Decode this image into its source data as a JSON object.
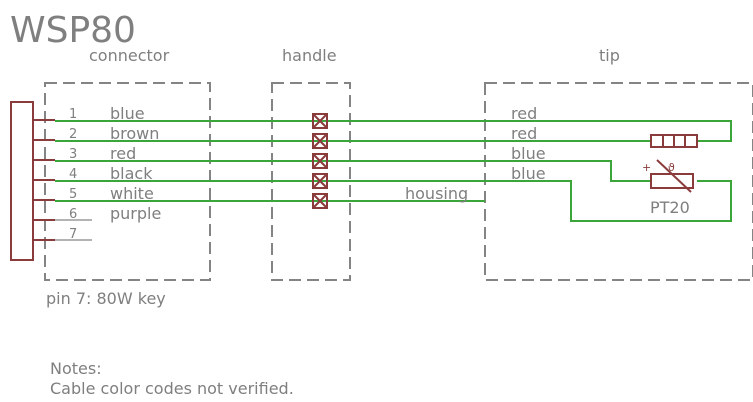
{
  "title": "WSP80",
  "sections": {
    "connector": "connector",
    "handle": "handle",
    "tip": "tip"
  },
  "pins": [
    {
      "number": "1",
      "color": "blue"
    },
    {
      "number": "2",
      "color": "brown"
    },
    {
      "number": "3",
      "color": "red"
    },
    {
      "number": "4",
      "color": "black"
    },
    {
      "number": "5",
      "color": "white"
    },
    {
      "number": "6",
      "color": "purple"
    },
    {
      "number": "7",
      "color": ""
    }
  ],
  "tip_wires": [
    "red",
    "red",
    "blue",
    "blue"
  ],
  "housing_label": "housing",
  "thermistor_label": "PT20",
  "key_note": "pin 7: 80W key",
  "notes": {
    "heading": "Notes:",
    "line1": "Cable color codes not verified."
  },
  "colors": {
    "wire": "#3aa63a",
    "part": "#8a3b3b",
    "frame": "#848484",
    "text": "#7f7f7f"
  }
}
